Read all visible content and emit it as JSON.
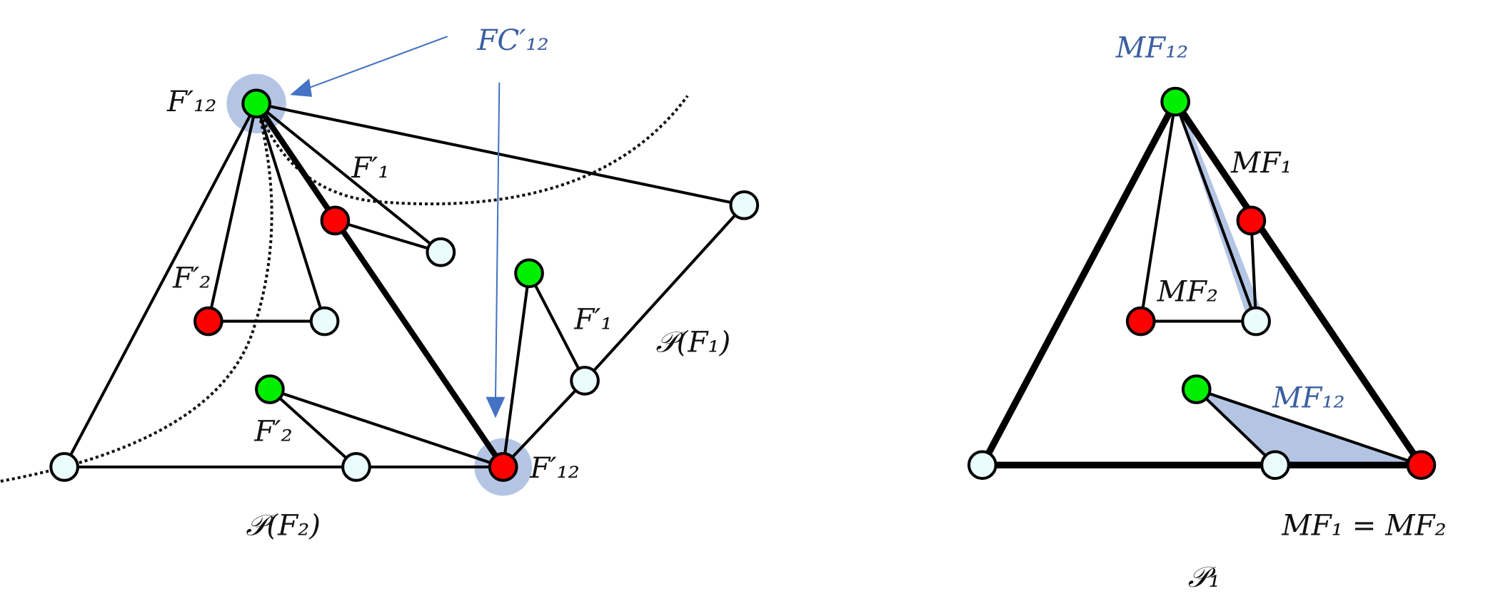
{
  "left_panel": {
    "callout_label": "FC′₁₂",
    "labels": {
      "top_node": "F′₁₂",
      "bottom_node": "F′₁₂",
      "f1_upper": "F′₁",
      "f1_lower": "F′₁",
      "f2_upper": "F′₂",
      "f2_lower": "F′₂",
      "p_f1": "𝒫(F₁)",
      "p_f2": "𝒫(F₂)"
    }
  },
  "right_panel": {
    "labels": {
      "top": "MF₁₂",
      "mf1": "MF₁",
      "mf2": "MF₂",
      "mf12_region": "MF₁₂",
      "equality": "MF₁ = MF₂",
      "polytope": "𝒫₁"
    }
  },
  "colors": {
    "green": "#00ee00",
    "red": "#ff0000",
    "white_node": "#eafcfc",
    "highlight": "#b4c5e4",
    "arrow": "#4472c4",
    "blue_text": "#3b5fa0"
  }
}
